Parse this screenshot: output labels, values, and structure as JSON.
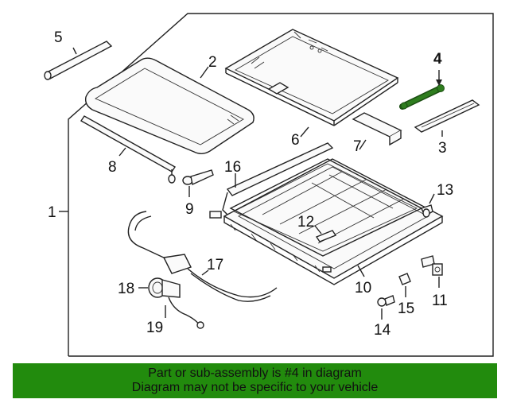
{
  "diagram": {
    "callouts": {
      "c1": "1",
      "c2": "2",
      "c3": "3",
      "c4": "4",
      "c5": "5",
      "c6": "6",
      "c7": "7",
      "c8": "8",
      "c9": "9",
      "c10": "10",
      "c11": "11",
      "c12": "12",
      "c13": "13",
      "c14": "14",
      "c15": "15",
      "c16": "16",
      "c17": "17",
      "c18": "18",
      "c19": "19"
    },
    "highlight_part": "4",
    "colors": {
      "highlight": "#2e7d1e",
      "banner": "#228b0d"
    }
  },
  "banner": {
    "line1": "Part or sub-assembly is #4 in diagram",
    "line2": "Diagram may not be specific to your vehicle"
  }
}
